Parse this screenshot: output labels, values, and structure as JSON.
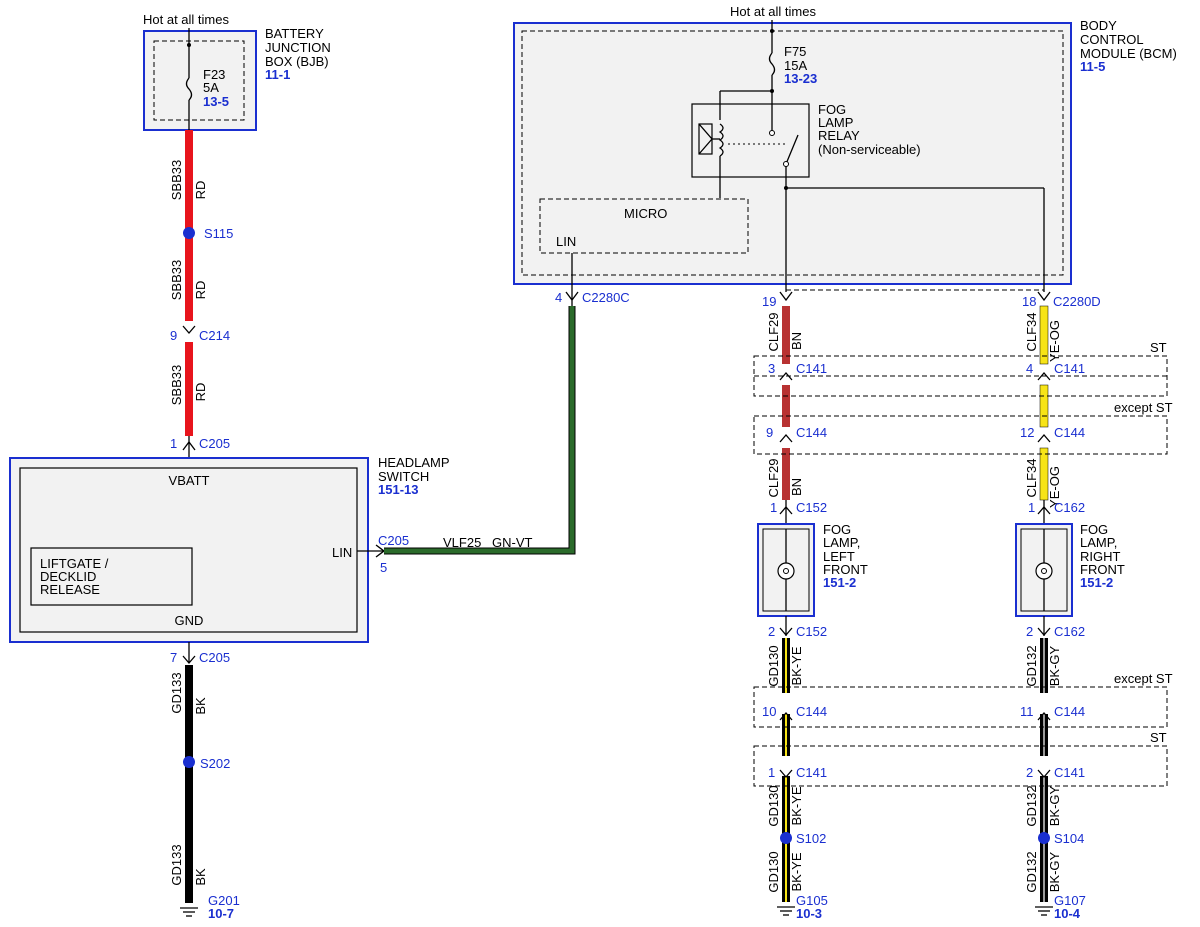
{
  "hot_left": "Hot at all times",
  "hot_right": "Hot at all times",
  "bjb": {
    "line1": "BATTERY",
    "line2": "JUNCTION",
    "line3": "BOX (BJB)",
    "ref": "11-1",
    "fuse": "F23",
    "amps": "5A",
    "fuse_ref": "13-5"
  },
  "bcm": {
    "line1": "BODY",
    "line2": "CONTROL",
    "line3": "MODULE (BCM)",
    "ref": "11-5",
    "fuse": "F75",
    "amps": "15A",
    "fuse_ref": "13-23",
    "relay1": "FOG",
    "relay2": "LAMP",
    "relay3": "RELAY",
    "relay4": "(Non-serviceable)",
    "micro": "MICRO",
    "lin": "LIN"
  },
  "headlamp": {
    "line1": "HEADLAMP",
    "line2": "SWITCH",
    "ref": "151-13",
    "vbatt": "VBATT",
    "gnd": "GND",
    "lin": "LIN",
    "liftgate1": "LIFTGATE /",
    "liftgate2": "DECKLID",
    "liftgate3": "RELEASE"
  },
  "circuits": {
    "sbb33": "SBB33",
    "rd": "RD",
    "gd133": "GD133",
    "bk": "BK",
    "vlf25": "VLF25",
    "gnvt": "GN-VT",
    "clf29": "CLF29",
    "bn": "BN",
    "clf34": "CLF34",
    "yeog": "YE-OG",
    "gd130": "GD130",
    "bkye": "BK-YE",
    "gd132": "GD132",
    "bkgy": "BK-GY"
  },
  "splices": {
    "s115": "S115",
    "s202": "S202",
    "s102": "S102",
    "s104": "S104"
  },
  "connectors": {
    "c214": "C214",
    "c205": "C205",
    "c2280c": "C2280C",
    "c2280d": "C2280D",
    "c141": "C141",
    "c144": "C144",
    "c152": "C152",
    "c162": "C162"
  },
  "pins": {
    "p9": "9",
    "p1": "1",
    "p5": "5",
    "p7": "7",
    "p4": "4",
    "p19": "19",
    "p18": "18",
    "p3": "3",
    "p12": "12",
    "p2": "2",
    "p10": "10",
    "p11": "11"
  },
  "variants": {
    "st": "ST",
    "except_st": "except ST"
  },
  "foglamp_left": {
    "line1": "FOG",
    "line2": "LAMP,",
    "line3": "LEFT",
    "line4": "FRONT",
    "ref": "151-2"
  },
  "foglamp_right": {
    "line1": "FOG",
    "line2": "LAMP,",
    "line3": "RIGHT",
    "line4": "FRONT",
    "ref": "151-2"
  },
  "grounds": {
    "g201": "G201",
    "g201_ref": "10-7",
    "g105": "G105",
    "g105_ref": "10-3",
    "g107": "G107",
    "g107_ref": "10-4"
  },
  "colors": {
    "red": "#e8141c",
    "black": "#000000",
    "yellow": "#f7e417",
    "green": "#2b6b2b",
    "brown": "#b83232",
    "blue": "#1a2fd0"
  }
}
